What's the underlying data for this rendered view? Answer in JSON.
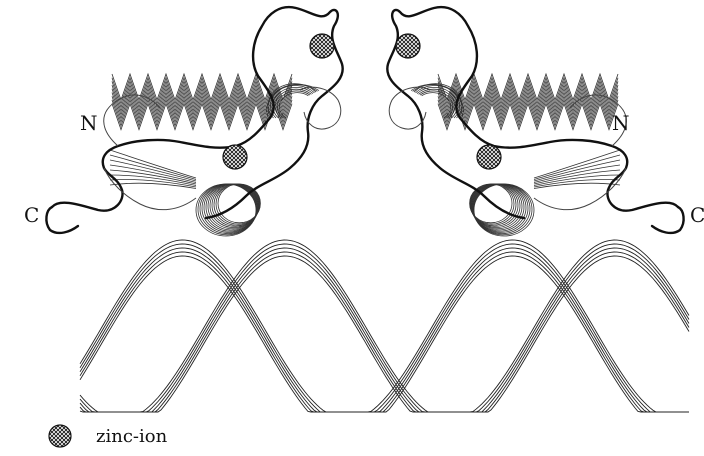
{
  "labels": {
    "left_n": "N",
    "left_c": "C",
    "right_n": "N",
    "right_c": "C"
  },
  "legend": {
    "zinc_label": "zinc-ion"
  },
  "colors": {
    "ink": "#111111",
    "background": "#ffffff"
  }
}
